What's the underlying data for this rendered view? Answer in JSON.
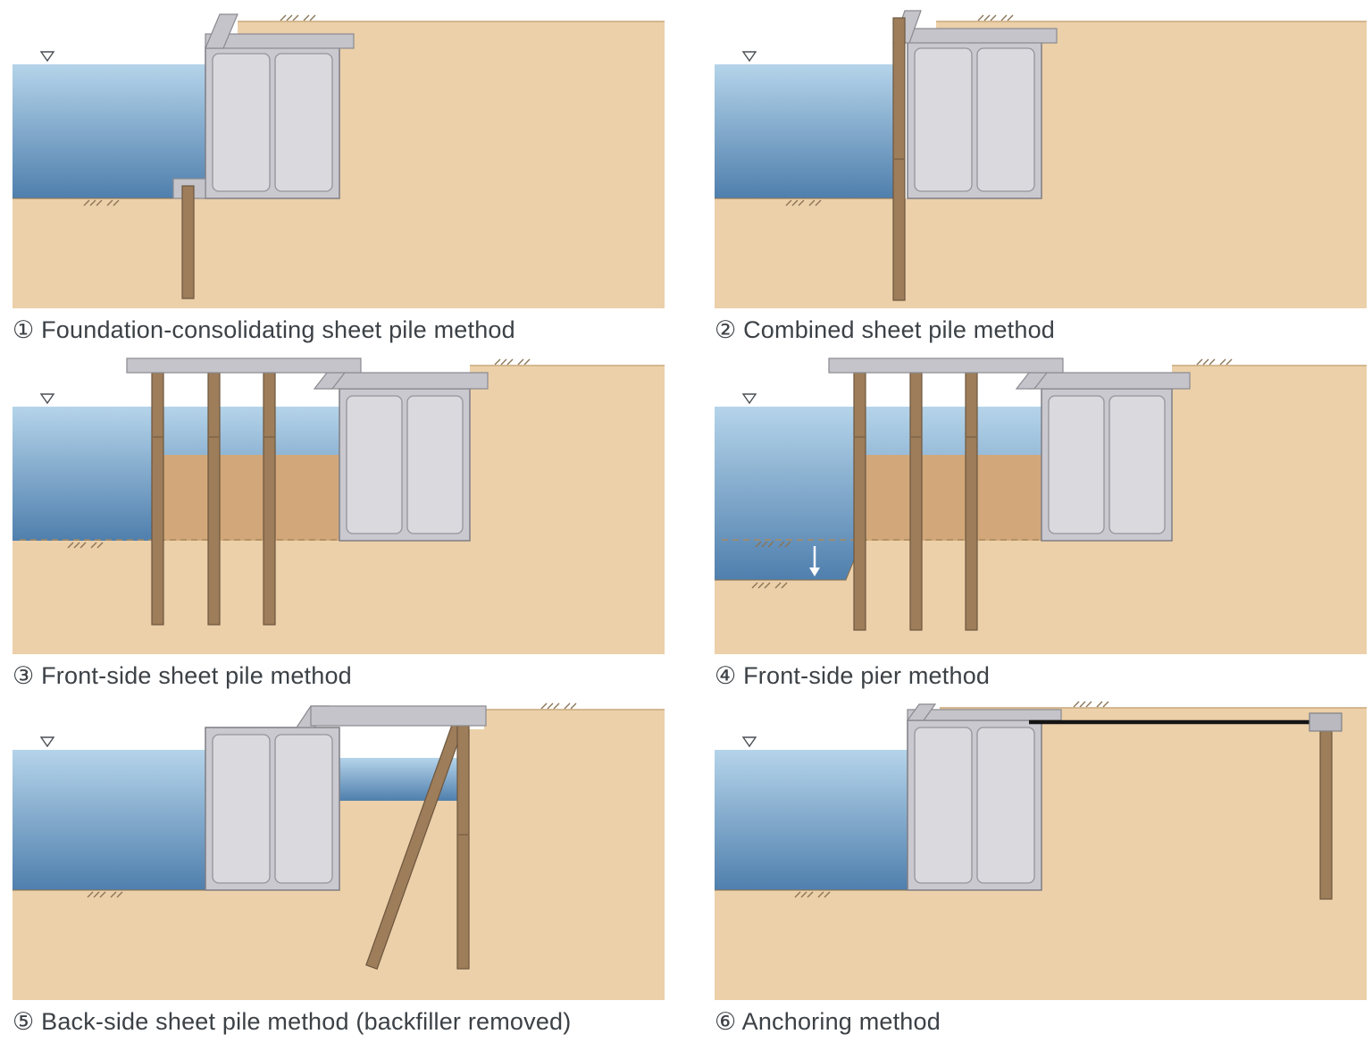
{
  "figure": {
    "type": "technical-diagram",
    "subject": "quay wall reinforcement methods cross-sections"
  },
  "colors": {
    "soil": "#ecd0a9",
    "backfill": "#d2a87a",
    "water_top": "#b5d4ea",
    "water_bottom": "#4f7fad",
    "caisson_frame": "#c9c9cf",
    "caisson_cell": "#d9d9de",
    "concrete_cap": "#c4c4ca",
    "pile": "#9d7d5a",
    "pile_edge": "#6d563e",
    "tie_rod": "#141414",
    "caption_text": "#3c4146"
  },
  "icons": {
    "water_level": "outlined down-triangle water-level mark",
    "ground_hatch": "diagonal tick marks on ground surface",
    "dredge_arrow": "white downward arrow"
  },
  "panels": [
    {
      "number": "①",
      "title": "Foundation-consolidating sheet pile method",
      "caption": "① Foundation-consolidating sheet pile method"
    },
    {
      "number": "②",
      "title": "Combined sheet pile method",
      "caption": "② Combined sheet pile method"
    },
    {
      "number": "③",
      "title": "Front-side sheet pile method",
      "caption": "③ Front-side sheet pile method"
    },
    {
      "number": "④",
      "title": "Front-side pier method",
      "caption": "④ Front-side pier method"
    },
    {
      "number": "⑤",
      "title": "Back-side sheet pile method (backfiller removed)",
      "caption": "⑤ Back-side sheet pile method (backfiller removed)"
    },
    {
      "number": "⑥",
      "title": "Anchoring method",
      "caption": "⑥ Anchoring method"
    }
  ]
}
